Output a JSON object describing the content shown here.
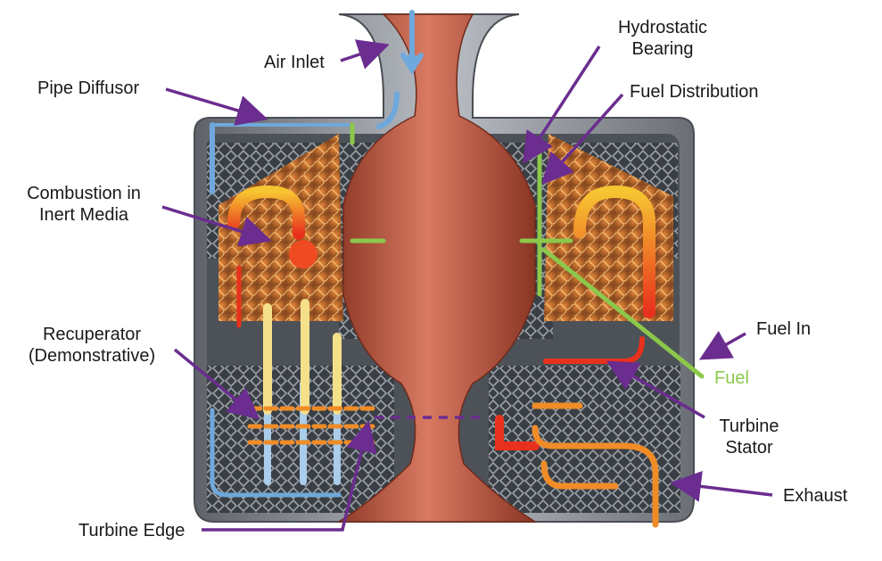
{
  "labels": {
    "air_inlet": "Air Inlet",
    "pipe_diffusor": "Pipe Diffusor",
    "hydrostatic_bearing_1": "Hydrostatic",
    "hydrostatic_bearing_2": "Bearing",
    "fuel_distribution": "Fuel Distribution",
    "combustion_1": "Combustion in",
    "combustion_2": "Inert Media",
    "recuperator_1": "Recuperator",
    "recuperator_2": "(Demonstrative)",
    "fuel_in": "Fuel In",
    "fuel": "Fuel",
    "turbine_stator_1": "Turbine",
    "turbine_stator_2": "Stator",
    "exhaust": "Exhaust",
    "turbine_edge": "Turbine Edge"
  },
  "colors": {
    "leader_line": "#6b2d8f",
    "air_flow": "#6fa8dc",
    "hot_flow": "#e8311c",
    "fuel_flow": "#8cc84b",
    "exhaust_flow": "#f08c28",
    "shaft": "#b5503a",
    "casing": "#8d9298"
  }
}
